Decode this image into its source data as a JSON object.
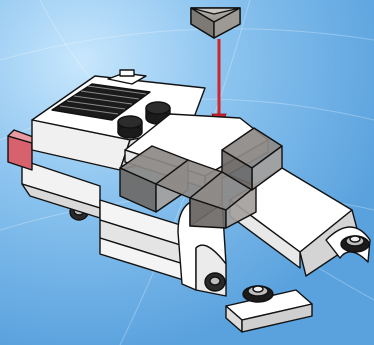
{
  "scene": {
    "background_color": "#63a9e2",
    "background_highlight_color": "#bfe2fb",
    "arrow_color": "#d2222a",
    "transparent_brick_color": "#8d8985",
    "body_color": "#ffffff",
    "outline_color": "#111111",
    "taillight_color": "#d7616d",
    "step": {
      "action": "add-part",
      "part": "transparent-slope-brick",
      "quantity": 1
    }
  }
}
